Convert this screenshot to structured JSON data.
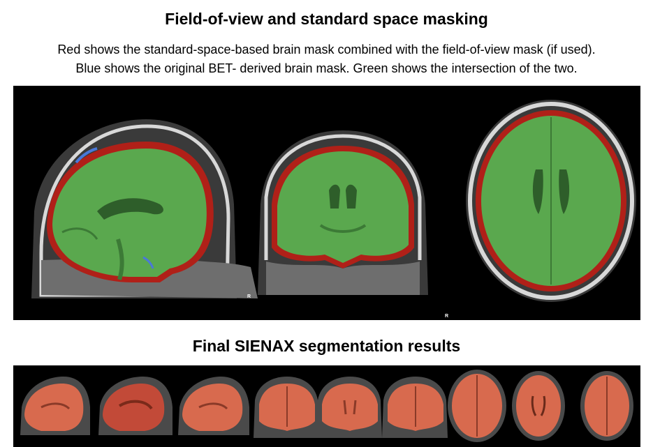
{
  "section1": {
    "title": "Field-of-view and standard space masking",
    "caption_line1": "Red shows the standard-space-based brain mask combined with the field-of-view mask (if used).",
    "caption_line2": "Blue shows the original BET- derived brain mask. Green shows the intersection of the two."
  },
  "section2": {
    "title": "Final SIENAX segmentation results"
  },
  "orientation_labels": [
    "R",
    "R"
  ],
  "colors": {
    "background": "#000000",
    "std_mask_red": "#b02018",
    "bet_mask_blue": "#4a78d8",
    "intersection_green": "#5aa84e",
    "segmentation_overlay": "#d86a4e"
  }
}
